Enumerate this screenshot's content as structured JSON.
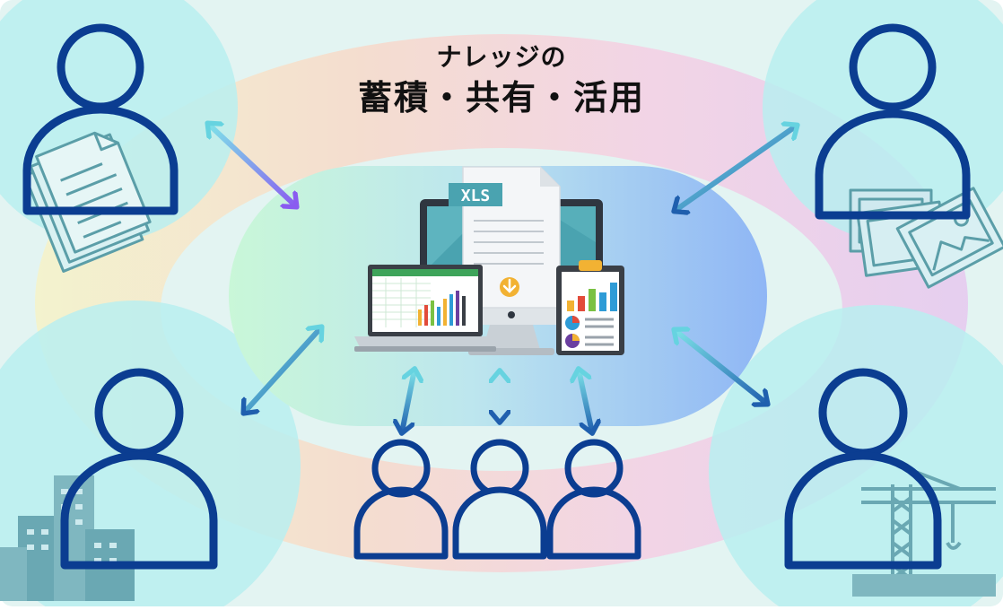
{
  "title": {
    "line1": "ナレッジの",
    "line2": "蓄積・共有・活用"
  },
  "center": {
    "file_badge": "XLS"
  },
  "colors": {
    "person_stroke": "#0b3d91",
    "arrow_gradient_start": "#7de3e8",
    "arrow_gradient_end_purple": "#8a5cf0",
    "arrow_gradient_end_blue": "#1f5fae",
    "monitor_screen": "#4aa3b0",
    "bar_colors": [
      "#f2b233",
      "#e24b3a",
      "#7ac143",
      "#2e9bd6",
      "#6b3fa0"
    ]
  },
  "icons": [
    "person-icon",
    "document-icon",
    "building-icon",
    "photo-icon",
    "crane-icon",
    "monitor-icon",
    "laptop-icon",
    "clipboard-icon",
    "xls-file-icon",
    "bidirectional-arrow-icon"
  ]
}
